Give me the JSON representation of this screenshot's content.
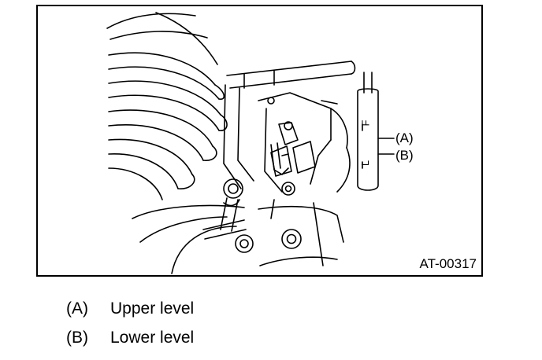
{
  "figure": {
    "code": "AT-00317",
    "callouts": [
      {
        "key": "A",
        "text": "(A)"
      },
      {
        "key": "B",
        "text": "(B)"
      }
    ],
    "gauge_marks": {
      "upper": "F",
      "lower": "L"
    }
  },
  "legend": [
    {
      "key": "(A)",
      "label": "Upper level"
    },
    {
      "key": "(B)",
      "label": "Lower level"
    }
  ]
}
